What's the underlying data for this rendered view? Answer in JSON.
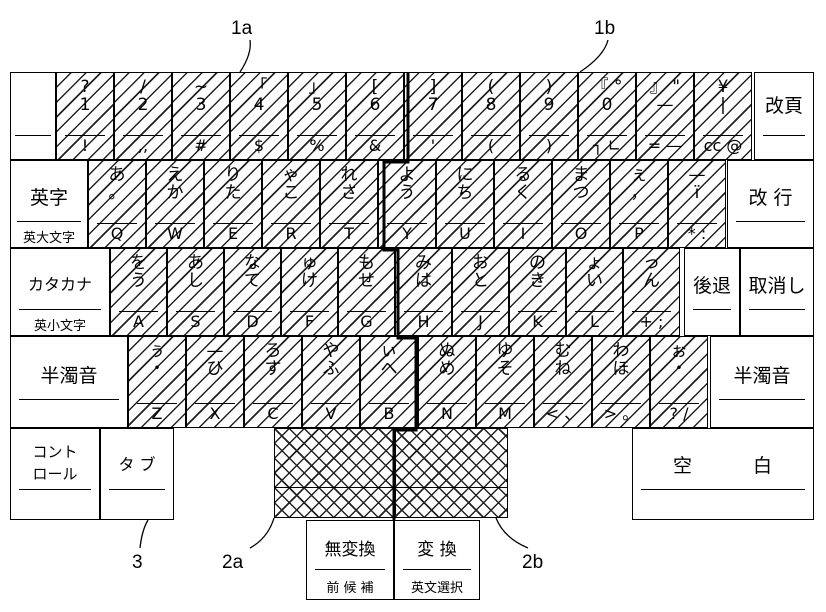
{
  "callouts": {
    "c1a": "1a",
    "c1b": "1b",
    "c2a": "2a",
    "c2b": "2b",
    "c3": "3"
  },
  "row1": [
    {
      "t": "?",
      "m": "1",
      "b": "!"
    },
    {
      "t": "/",
      "m": "2",
      "b": ",,"
    },
    {
      "t": "~",
      "m": "3",
      "b": "#"
    },
    {
      "t": "「",
      "m": "4",
      "b": "$"
    },
    {
      "t": "」",
      "m": "5",
      "b": "%"
    },
    {
      "t": "[",
      "m": "6",
      "b": "&"
    },
    {
      "t": "]",
      "m": "7",
      "b": "'"
    },
    {
      "t": "(",
      "m": "8",
      "b": "("
    },
    {
      "t": ")",
      "m": "9",
      "b": ")"
    },
    {
      "t": "『 °",
      "m": "0",
      "b": "┐ ∟"
    },
    {
      "t": "』 \"",
      "m": "—",
      "b": "= —"
    },
    {
      "t": "¥",
      "m": "|",
      "b": "cc @"
    }
  ],
  "row2": [
    {
      "t": "あ",
      "m": "。",
      "b": "Q"
    },
    {
      "t": "え",
      "m": "か",
      "b": "W"
    },
    {
      "t": "り",
      "m": "た",
      "b": "E"
    },
    {
      "t": "ゃ",
      "m": "こ",
      "b": "R"
    },
    {
      "t": "れ",
      "m": "さ",
      "b": "T"
    },
    {
      "t": "よ",
      "m": "う",
      "b": "Y"
    },
    {
      "t": "に",
      "m": "ち",
      "b": "U"
    },
    {
      "t": "る",
      "m": "く",
      "b": "I"
    },
    {
      "t": "ま",
      "m": "つ",
      "b": "O"
    },
    {
      "t": "ぇ",
      "m": "，",
      "b": "P"
    },
    {
      "t": "—",
      "m": "ï",
      "b": "* :"
    }
  ],
  "row3": [
    {
      "t": "を",
      "m": "う",
      "b": "A"
    },
    {
      "t": "あ",
      "m": "し",
      "b": "S"
    },
    {
      "t": "な",
      "m": "て",
      "b": "D"
    },
    {
      "t": "ゅ",
      "m": "け",
      "b": "F"
    },
    {
      "t": "も",
      "m": "せ",
      "b": "G"
    },
    {
      "t": "み",
      "m": "は",
      "b": "H"
    },
    {
      "t": "お",
      "m": "と",
      "b": "J"
    },
    {
      "t": "の",
      "m": "き",
      "b": "K"
    },
    {
      "t": "ょ",
      "m": "い",
      "b": "L"
    },
    {
      "t": "っ",
      "m": "ん",
      "b": "+ ;"
    }
  ],
  "row4": [
    {
      "t": "ぅ",
      "m": "・",
      "b": "Z"
    },
    {
      "t": "—",
      "m": "ひ",
      "b": "X"
    },
    {
      "t": "ろ",
      "m": "す",
      "b": "C"
    },
    {
      "t": "や",
      "m": "ふ",
      "b": "V"
    },
    {
      "t": "ぃ",
      "m": "へ",
      "b": "B"
    },
    {
      "t": "ぬ",
      "m": "め",
      "b": "N"
    },
    {
      "t": "ゆ",
      "m": "そ",
      "b": "M"
    },
    {
      "t": "む",
      "m": "ね",
      "b": "< 、"
    },
    {
      "t": "わ",
      "m": "ほ",
      "b": "> 。"
    },
    {
      "t": "ぉ",
      "m": "・",
      "b": "? /"
    }
  ],
  "func": {
    "kaipage": "改頁",
    "eiji": "英字",
    "eidai": "英大文字",
    "kaigyo": "改 行",
    "katakana": "カタカナ",
    "eisho": "英小文字",
    "kotai": "後退",
    "torikeshi": "取消し",
    "handaku_left": "半濁音",
    "handaku_right": "半濁音",
    "control_1": "コント",
    "control_2": "ロール",
    "tab": "タ ブ",
    "space_1": "空",
    "space_2": "白",
    "muhenkan": "無変換",
    "zenkouho": "前 候 補",
    "henkan": "変 換",
    "eibun": "英文選択"
  }
}
